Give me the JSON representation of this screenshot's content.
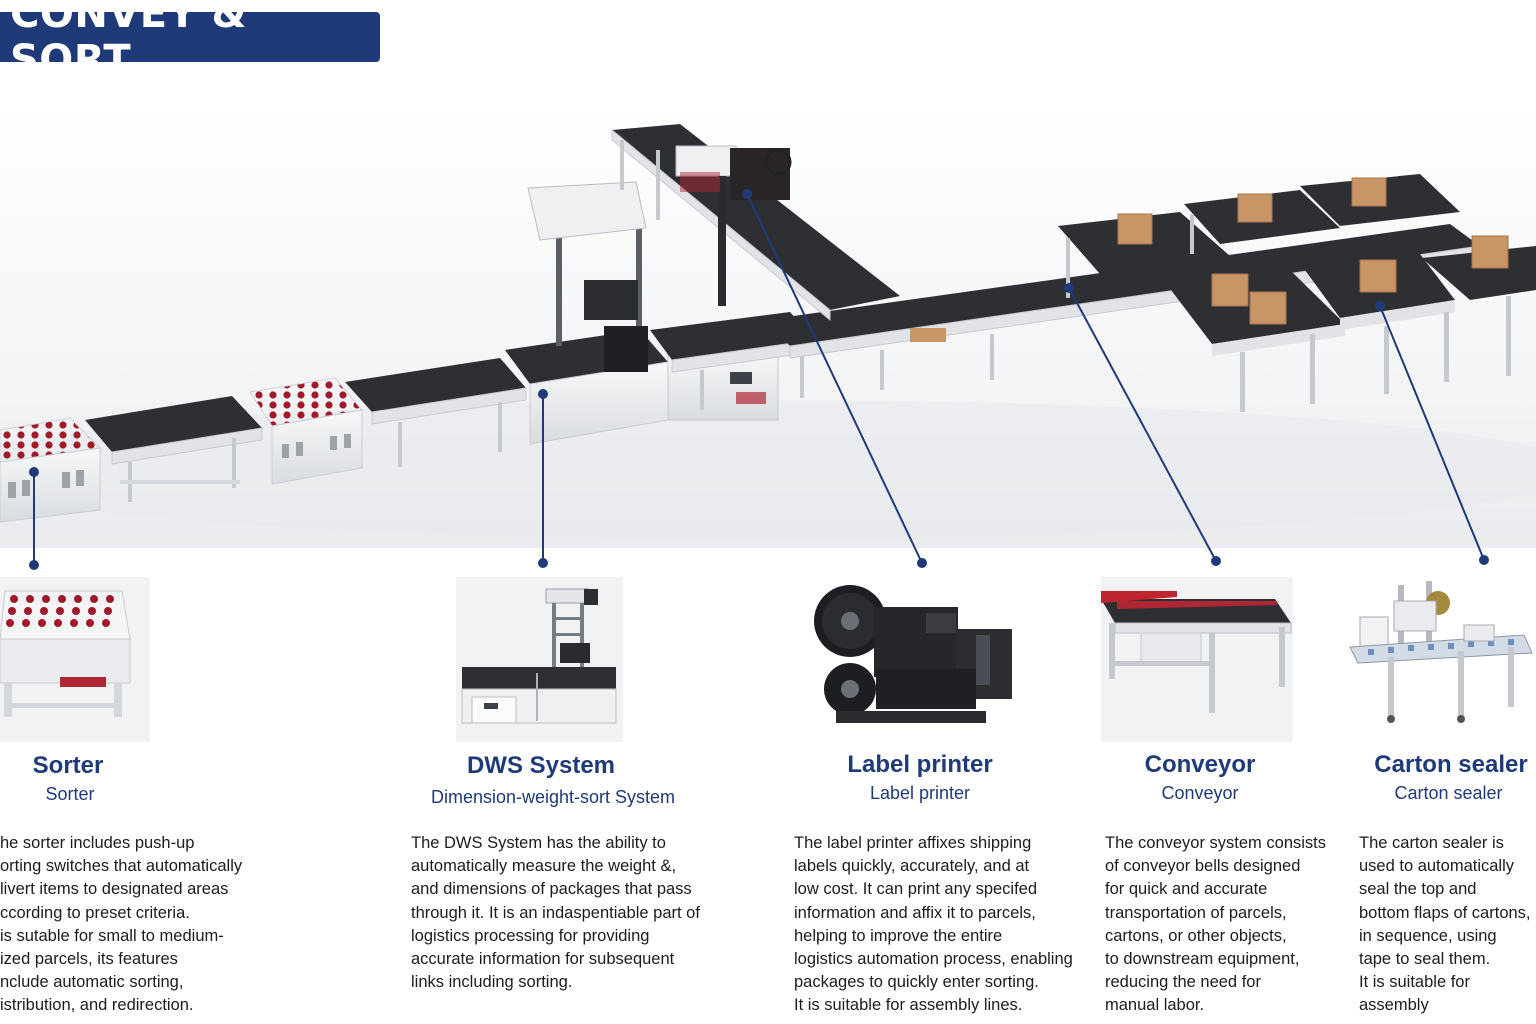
{
  "header": {
    "title": "CONVEY & SORT"
  },
  "colors": {
    "accent": "#1f3a78",
    "belt": "#2f3033",
    "frame": "#e4e6e9",
    "box": "#c89566"
  },
  "components": [
    {
      "title": "Sorter",
      "subtitle": "Sorter",
      "icon": "sorter-icon",
      "description": "he sorter includes push-up\norting switches that automatically\nlivert items to designated areas\nccording to preset criteria.\n is sutable for small to medium-\nized parcels, its features\nnclude automatic sorting,\nistribution, and redirection."
    },
    {
      "title": "DWS System",
      "subtitle": "Dimension-weight-sort System",
      "icon": "dws-system-icon",
      "description": "The DWS System has the ability to\nautomatically measure the weight &,\nand dimensions of packages that pass\nthrough it. It is an indaspentiable part of\nlogistics processing for providing\naccurate information for subsequent\nlinks including sorting."
    },
    {
      "title": "Label printer",
      "subtitle": "Label printer",
      "icon": "label-printer-icon",
      "description": "The label printer affixes shipping\nlabels quickly, accurately, and at\nlow cost. It can print any specifed\ninformation and affix it to parcels,\nhelping to improve the entire\nlogistics automation process, enabling\npackages to quickly enter sorting.\nIt is suitable for assembly lines."
    },
    {
      "title": "Conveyor",
      "subtitle": "Conveyor",
      "icon": "conveyor-icon",
      "description": "The conveyor system consists\nof conveyor bells designed\nfor quick and accurate\ntransportation of parcels,\ncartons, or other objects,\nto downstream equipment,\nreducing the need for\nmanual labor."
    },
    {
      "title": "Carton sealer",
      "subtitle": "Carton sealer",
      "icon": "carton-sealer-icon",
      "description": "The carton sealer is\nused to automatically\nseal the top and\nbottom flaps of cartons,\nin sequence, using\ntape to seal them.\nIt is suitable for assembly\nline use, can tape seal"
    }
  ]
}
